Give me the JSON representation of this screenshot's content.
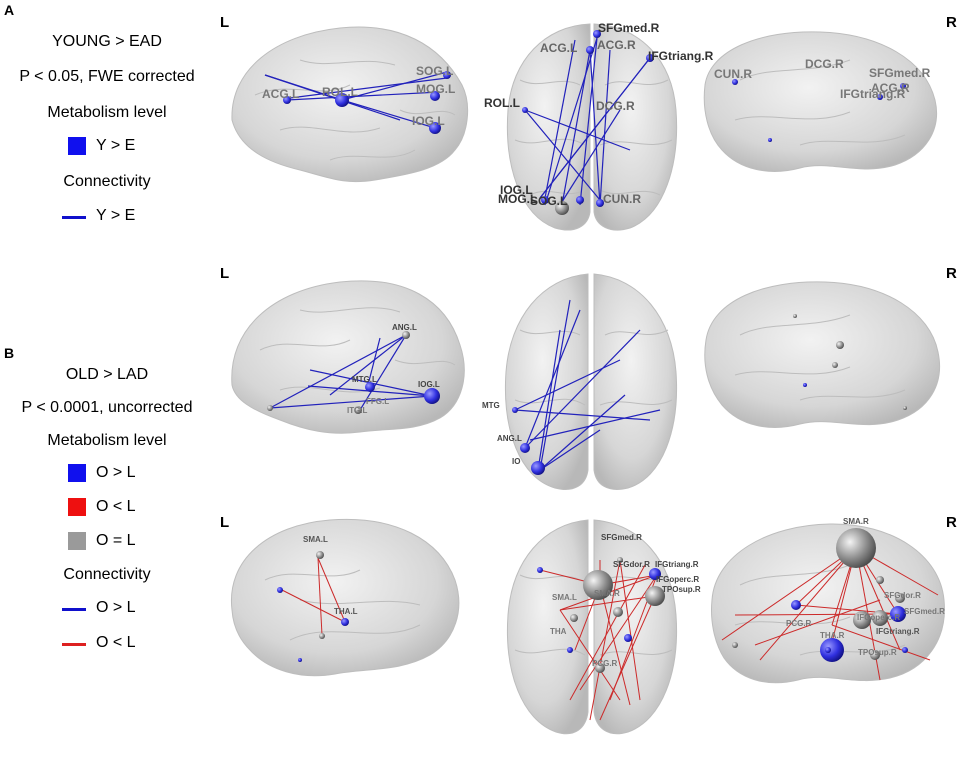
{
  "panelA": {
    "letter": "A",
    "contrast": "YOUNG > EAD",
    "threshold": "P < 0.05, FWE corrected",
    "metabolism_title": "Metabolism level",
    "metabolism_items": [
      {
        "label": "Y > E",
        "color": "#1010ee"
      }
    ],
    "connectivity_title": "Connectivity",
    "connectivity_items": [
      {
        "label": "Y > E",
        "color": "#1010cc"
      }
    ]
  },
  "panelB": {
    "letter": "B",
    "contrast": "OLD > LAD",
    "threshold": "P < 0.0001, uncorrected",
    "metabolism_title": "Metabolism level",
    "metabolism_items": [
      {
        "label": "O > L",
        "color": "#1010ee"
      },
      {
        "label": "O < L",
        "color": "#ee1010"
      },
      {
        "label": "O = L",
        "color": "#9a9a9a"
      }
    ],
    "connectivity_title": "Connectivity",
    "connectivity_items": [
      {
        "label": "O > L",
        "color": "#1010cc"
      },
      {
        "label": "O < L",
        "color": "#dd2020"
      }
    ]
  },
  "sides": {
    "left": "L",
    "right": "R"
  },
  "colors": {
    "blue_node": "#3a3aee",
    "gray_node": "#8a8a8a",
    "blue_edge": "#2222bb",
    "red_edge": "#cc2a2a",
    "brain": "#d4d4d4"
  },
  "rows": [
    {
      "left": [
        "ACG.L",
        "ROL.L",
        "SOG.L",
        "MOG.L",
        "IOG.L"
      ],
      "top": [
        "SFGmed.R",
        "ACG.L",
        "ACG.R",
        "IFGtriang.R",
        "ROL.L",
        "DCG.R",
        "IOG.L",
        "MOG.L",
        "SOG.L",
        "CUN.R"
      ],
      "right": [
        "CUN.R",
        "DCG.R",
        "SFGmed.R",
        "ACG.R",
        "IFGtriang.R"
      ]
    },
    {
      "left": [
        "ANG.L",
        "MTG.L",
        "IOG.L",
        "ITG.L",
        "FFG.L"
      ],
      "top": [
        "MTG",
        "ANG.L",
        "IO"
      ],
      "right": []
    },
    {
      "left": [
        "SMA.L",
        "THA.L"
      ],
      "top": [
        "SFGmed.R",
        "SFGdor.R",
        "IFGtriang.R",
        "IFGoperc.R",
        "TPOsup.R",
        "SMA.L",
        "SMA.R",
        "THA",
        "PCG.R"
      ],
      "right": [
        "SMA.R",
        "SFGdor.R",
        "SFGmed.R",
        "IFGoperc.R",
        "IFGtriang.R",
        "PCG.R",
        "THA.R",
        "TPOsup.R"
      ]
    }
  ]
}
